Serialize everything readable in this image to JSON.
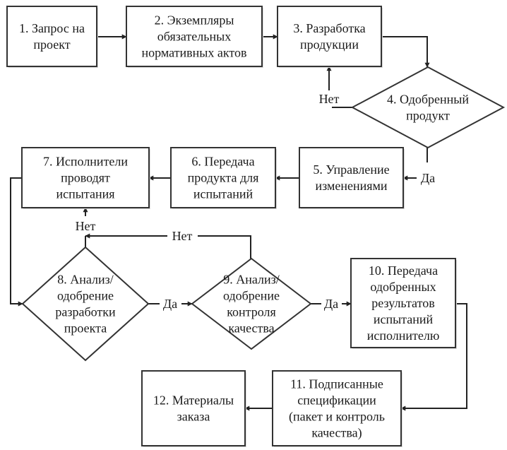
{
  "diagram": {
    "type": "flowchart",
    "nodes": [
      {
        "id": "n1",
        "kind": "process",
        "lines": [
          "1. Запрос на",
          "проект"
        ]
      },
      {
        "id": "n2",
        "kind": "process",
        "lines": [
          "2. Экземпляры",
          "обязательных",
          "нормативных актов"
        ]
      },
      {
        "id": "n3",
        "kind": "process",
        "lines": [
          "3. Разработка",
          "продукции"
        ]
      },
      {
        "id": "n4",
        "kind": "decision",
        "lines": [
          "4. Одобренный",
          "продукт"
        ]
      },
      {
        "id": "n5",
        "kind": "process",
        "lines": [
          "5. Управление",
          "изменениями"
        ]
      },
      {
        "id": "n6",
        "kind": "process",
        "lines": [
          "6. Передача",
          "продукта для",
          "испытаний"
        ]
      },
      {
        "id": "n7",
        "kind": "process",
        "lines": [
          "7. Исполнители",
          "проводят",
          "испытания"
        ]
      },
      {
        "id": "n8",
        "kind": "decision",
        "lines": [
          "8. Анализ/",
          "одобрение",
          "разработки",
          "проекта"
        ]
      },
      {
        "id": "n9",
        "kind": "decision",
        "lines": [
          "9. Анализ/",
          "одобрение",
          "контроля",
          "качества"
        ]
      },
      {
        "id": "n10",
        "kind": "process",
        "lines": [
          "10. Передача",
          "одобренных",
          "результатов",
          "испытаний",
          "исполнителю"
        ]
      },
      {
        "id": "n11",
        "kind": "process",
        "lines": [
          "11. Подписанные",
          "спецификации",
          "(пакет и контроль",
          "качества)"
        ]
      },
      {
        "id": "n12",
        "kind": "process",
        "lines": [
          "12. Материалы",
          "заказа"
        ]
      }
    ],
    "edges": [
      {
        "from": "n1",
        "to": "n2",
        "label": ""
      },
      {
        "from": "n2",
        "to": "n3",
        "label": ""
      },
      {
        "from": "n3",
        "to": "n4",
        "label": ""
      },
      {
        "from": "n4",
        "to": "n3",
        "label": "Нет"
      },
      {
        "from": "n4",
        "to": "n5",
        "label": "Да"
      },
      {
        "from": "n5",
        "to": "n6",
        "label": ""
      },
      {
        "from": "n6",
        "to": "n7",
        "label": ""
      },
      {
        "from": "n7",
        "to": "n8",
        "label": ""
      },
      {
        "from": "n8",
        "to": "n7",
        "label": "Нет"
      },
      {
        "from": "n8",
        "to": "n9",
        "label": "Да"
      },
      {
        "from": "n9",
        "to": "n8",
        "label": "Нет"
      },
      {
        "from": "n9",
        "to": "n10",
        "label": "Да"
      },
      {
        "from": "n10",
        "to": "n11",
        "label": ""
      },
      {
        "from": "n11",
        "to": "n12",
        "label": ""
      }
    ]
  },
  "labels": {
    "no": "Нет",
    "yes": "Да"
  },
  "colors": {
    "stroke": "#333333",
    "fill": "#ffffff",
    "text": "#1a1a1a"
  }
}
